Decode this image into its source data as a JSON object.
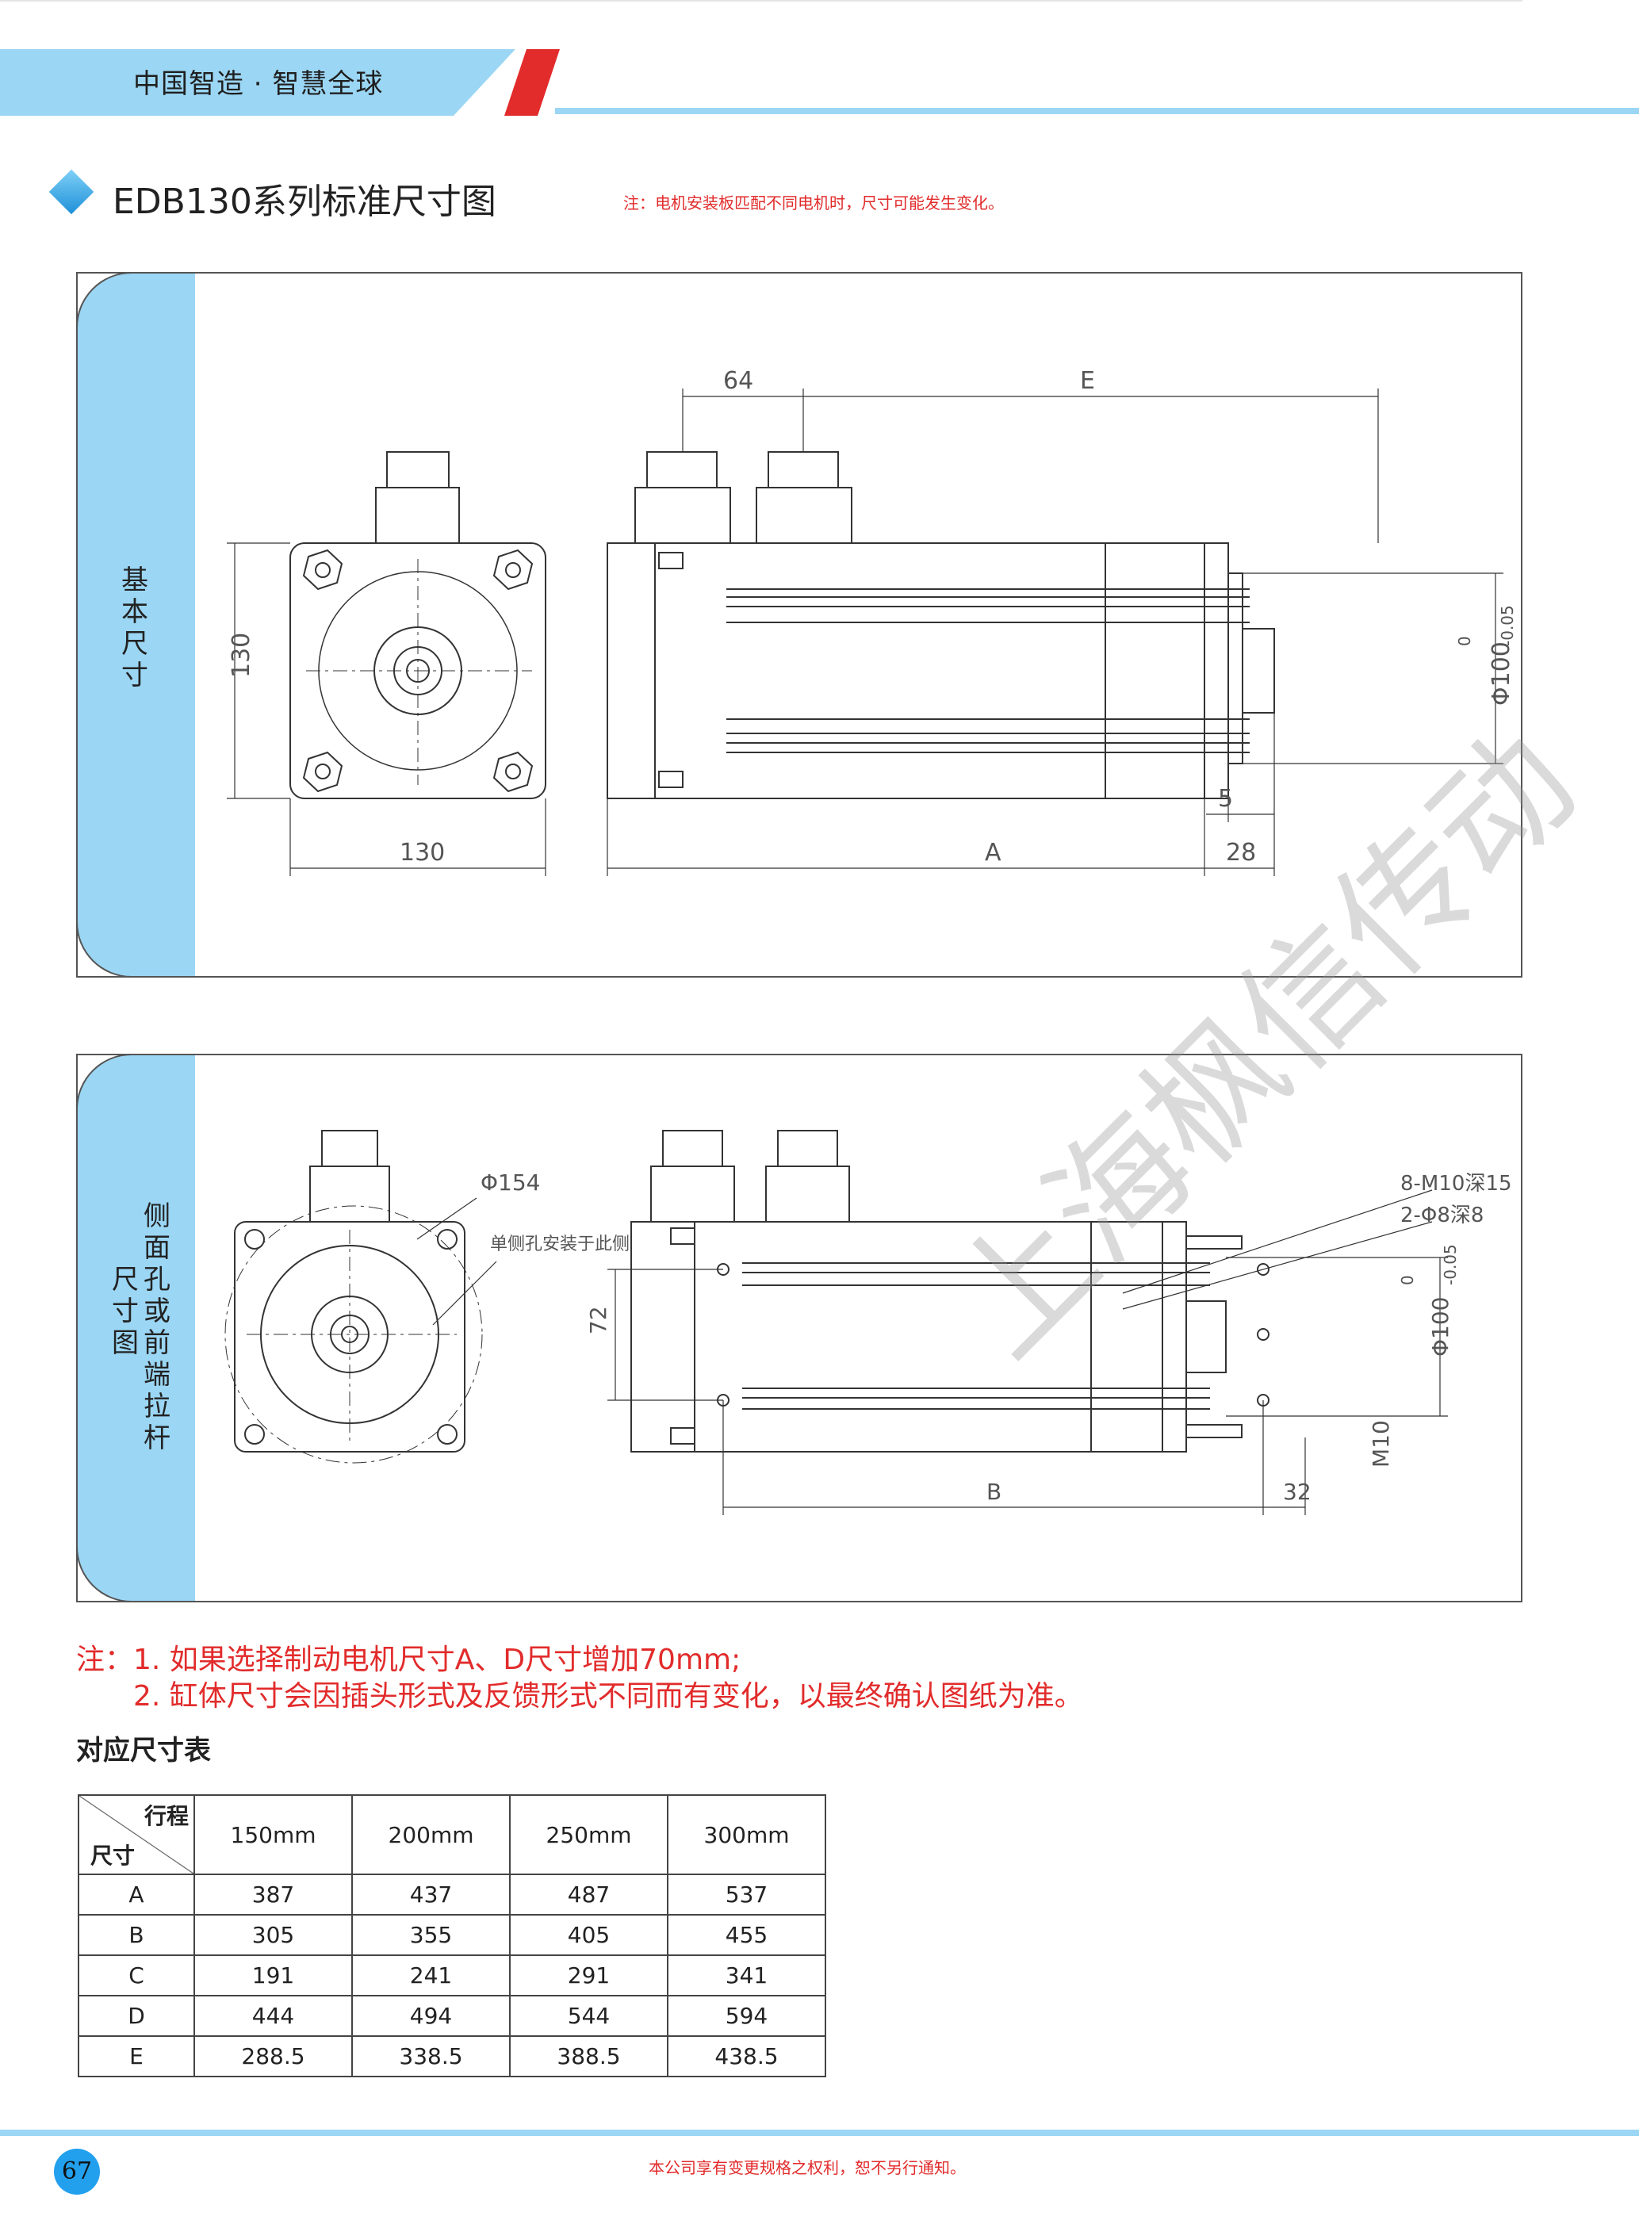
{
  "header": {
    "slogan": "中国智造 · 智慧全球"
  },
  "section": {
    "title": "EDB130系列标准尺寸图",
    "note": "注：电机安装板匹配不同电机时，尺寸可能发生变化。"
  },
  "panel1": {
    "label": "基本尺寸",
    "dims": {
      "front_height": "130",
      "front_width": "130",
      "d64": "64",
      "dE": "E",
      "dA": "A",
      "d28": "28",
      "d5": "5",
      "phi100": "Φ100",
      "tol_upper": "0",
      "tol_lower": "-0.05"
    }
  },
  "panel2": {
    "label_col1": "侧面孔或前端拉杆",
    "label_col2": "尺寸图",
    "dims": {
      "phi154": "Φ154",
      "side_hole": "单侧孔安装于此侧",
      "d72": "72",
      "dB": "B",
      "d32": "32",
      "m10": "M10",
      "holes8": "8-M10深15",
      "holes2": "2-Φ8深8",
      "phi100": "Φ100",
      "tol_upper": "0",
      "tol_lower": "-0.05"
    }
  },
  "notes": {
    "line1": "注：1. 如果选择制动电机尺寸A、D尺寸增加70mm;",
    "line2": "2. 缸体尺寸会因插头形式及反馈形式不同而有变化，以最终确认图纸为准。"
  },
  "table": {
    "title": "对应尺寸表",
    "corner_top": "行程",
    "corner_bottom": "尺寸",
    "columns": [
      "150mm",
      "200mm",
      "250mm",
      "300mm"
    ],
    "rows": [
      {
        "label": "A",
        "values": [
          "387",
          "437",
          "487",
          "537"
        ]
      },
      {
        "label": "B",
        "values": [
          "305",
          "355",
          "405",
          "455"
        ]
      },
      {
        "label": "C",
        "values": [
          "191",
          "241",
          "291",
          "341"
        ]
      },
      {
        "label": "D",
        "values": [
          "444",
          "494",
          "544",
          "594"
        ]
      },
      {
        "label": "E",
        "values": [
          "288.5",
          "338.5",
          "388.5",
          "438.5"
        ]
      }
    ]
  },
  "watermark": "上海枫信传动",
  "footer": {
    "page": "67",
    "text": "本公司享有变更规格之权利，恕不另行通知。"
  }
}
